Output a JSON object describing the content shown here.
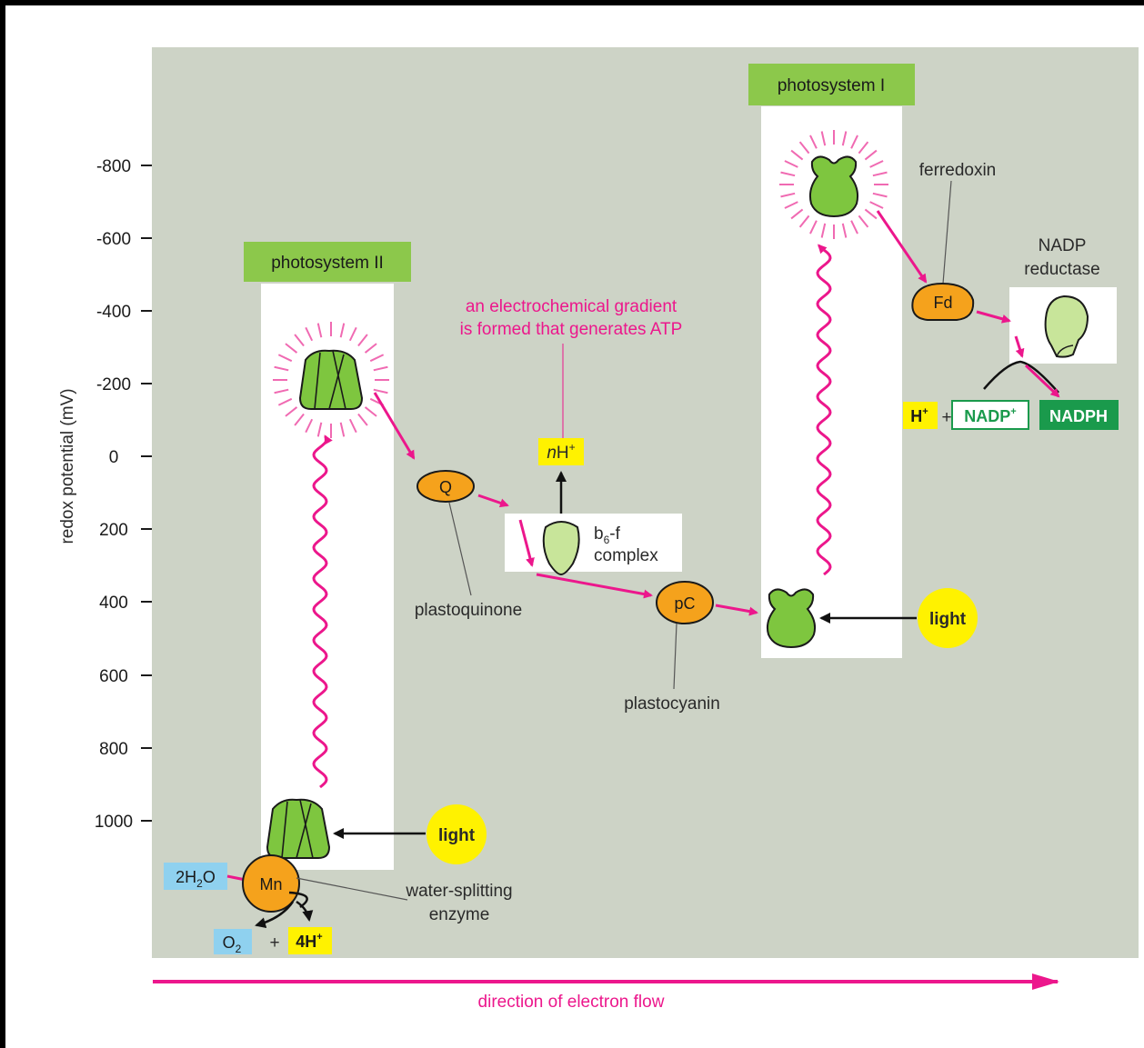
{
  "axis": {
    "ylabel": "redox potential (mV)",
    "ticks": [
      "-800",
      "-600",
      "-400",
      "-200",
      "0",
      "200",
      "400",
      "600",
      "800",
      "1000"
    ]
  },
  "labels": {
    "photosystem_ii": "photosystem II",
    "photosystem_i": "photosystem I",
    "gradient_line1": "an electrochemical gradient",
    "gradient_line2": "is formed that generates ATP",
    "nh_n": "n",
    "nh_h": "H",
    "nh_plus": "+",
    "q": "Q",
    "plastoquinone": "plastoquinone",
    "b6f_line1_b": "b",
    "b6f_line1_sub": "6",
    "b6f_line1_f": "-f",
    "b6f_line2": "complex",
    "pc": "pC",
    "plastocyanin": "plastocyanin",
    "light": "light",
    "ferredoxin": "ferredoxin",
    "fd": "Fd",
    "nadp_reductase_line1": "NADP",
    "nadp_reductase_line2": "reductase",
    "h": "H",
    "plus_sup": "+",
    "plus": "+",
    "nadp": "NADP",
    "nadph": "NADPH",
    "mn": "Mn",
    "water_2h": "2H",
    "water_sub": "2",
    "water_o": "O",
    "o": "O",
    "o_sub": "2",
    "four_h": "4H",
    "water_splitting_line1": "water-splitting",
    "water_splitting_line2": "enzyme",
    "direction": "direction of electron flow"
  },
  "colors": {
    "background": "#cdd3c6",
    "label_green": "#8cc84b",
    "protein_green": "#7ec63f",
    "protein_light": "#c8e59a",
    "orange": "#f5a21c",
    "yellow": "#fff200",
    "magenta": "#ec178c",
    "blue_box": "#8fd1ef",
    "nadph_green": "#1a9a4c"
  }
}
